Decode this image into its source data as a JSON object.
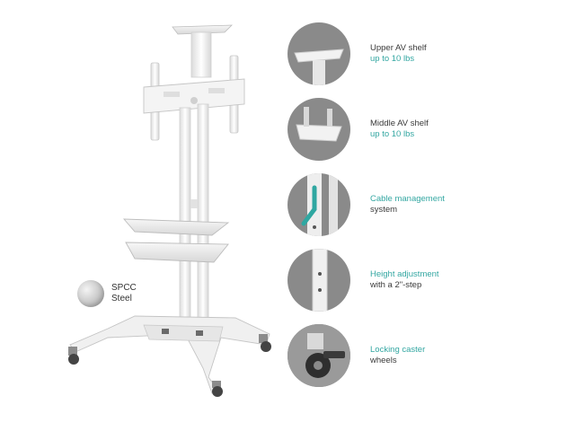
{
  "material": {
    "line1": "SPCC",
    "line2": "Steel"
  },
  "features": [
    {
      "title": "Upper AV shelf",
      "detail": "up to 10 lbs",
      "icon": "upper-shelf-icon"
    },
    {
      "title": "Middle AV shelf",
      "detail": "up to 10 lbs",
      "icon": "middle-shelf-icon"
    },
    {
      "title": "Cable management",
      "detail": "system",
      "icon": "cable-management-icon"
    },
    {
      "title": "Height adjustment",
      "detail": "with a 2\"-step",
      "icon": "height-adjustment-icon"
    },
    {
      "title": "Locking caster",
      "detail": "wheels",
      "icon": "caster-wheel-icon"
    }
  ],
  "colors": {
    "accent": "#34a7a2",
    "text": "#3a3a3a",
    "circle": "#8a8a8a",
    "stand": "#f2f2f2"
  }
}
